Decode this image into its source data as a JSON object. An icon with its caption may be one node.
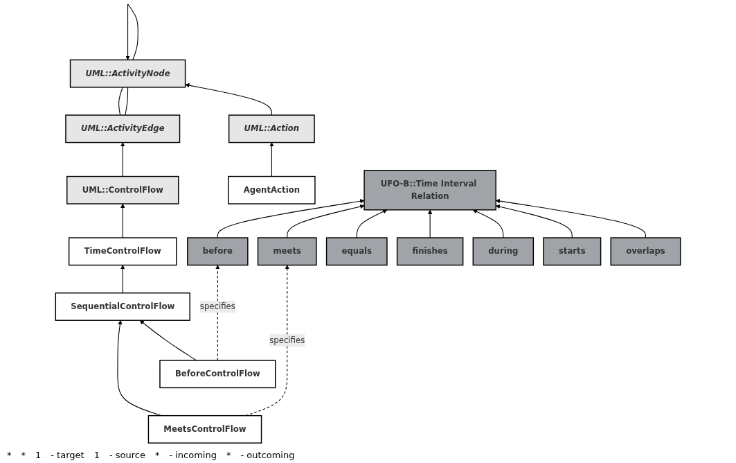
{
  "diagram": {
    "nodes": [
      {
        "text": [
          "UML::ActivityNode"
        ]
      },
      {
        "text": [
          "UML::Action"
        ]
      },
      {
        "text": [
          "AgentAction"
        ]
      },
      {
        "text": [
          "UML::ActivityEdge"
        ]
      },
      {
        "text": [
          "UML::ControlFlow"
        ]
      },
      {
        "text": [
          "UFO-B::Time Interval Relation"
        ]
      },
      {
        "text": [
          "TimeControlFlow"
        ]
      },
      {
        "text": [
          "overlaps"
        ]
      },
      {
        "text": [
          "starts"
        ]
      },
      {
        "text": [
          "during"
        ]
      },
      {
        "text": [
          "finishes"
        ]
      },
      {
        "text": [
          "equals"
        ]
      },
      {
        "text": [
          "meets"
        ]
      },
      {
        "text": [
          "before"
        ]
      },
      {
        "text": [
          "SequentialControlFlow"
        ]
      },
      {
        "text": [
          "BeforeControlFlow"
        ]
      },
      {
        "text": [
          "MeetsControlFlow"
        ]
      }
    ],
    "edges": [
      {
        "from": 0,
        "to": 0,
        "arrow": "to"
      },
      {
        "from": 1,
        "to": 0,
        "arrow": "to"
      },
      {
        "from": 2,
        "to": 1,
        "arrow": "to"
      },
      {
        "from": 3,
        "to": 0,
        "arrow": "none"
      },
      {
        "from": 3,
        "to": 0,
        "arrow": "none"
      },
      {
        "from": 4,
        "to": 3,
        "arrow": "to"
      },
      {
        "from": 6,
        "to": 4,
        "arrow": "to"
      },
      {
        "from": 7,
        "to": 5,
        "arrow": "to"
      },
      {
        "from": 8,
        "to": 5,
        "arrow": "to"
      },
      {
        "from": 9,
        "to": 5,
        "arrow": "to"
      },
      {
        "from": 10,
        "to": 5,
        "arrow": "to"
      },
      {
        "from": 11,
        "to": 5,
        "arrow": "to"
      },
      {
        "from": 12,
        "to": 5,
        "arrow": "to"
      },
      {
        "from": 13,
        "to": 5,
        "arrow": "to"
      },
      {
        "from": 14,
        "to": 6,
        "arrow": "to"
      },
      {
        "from": 15,
        "to": 14,
        "arrow": "to"
      },
      {
        "from": 16,
        "to": 14,
        "arrow": "to"
      },
      {
        "from": 15,
        "to": 13,
        "arrow": "to",
        "label": "specifies",
        "style": "dashed"
      },
      {
        "from": 16,
        "to": 12,
        "arrow": "to",
        "label": "specifies",
        "style": "dashed"
      }
    ],
    "labels": [
      "*",
      "*",
      "1",
      "- target",
      "1",
      "- source",
      "*",
      "- incoming",
      "*",
      "- outcoming"
    ]
  }
}
